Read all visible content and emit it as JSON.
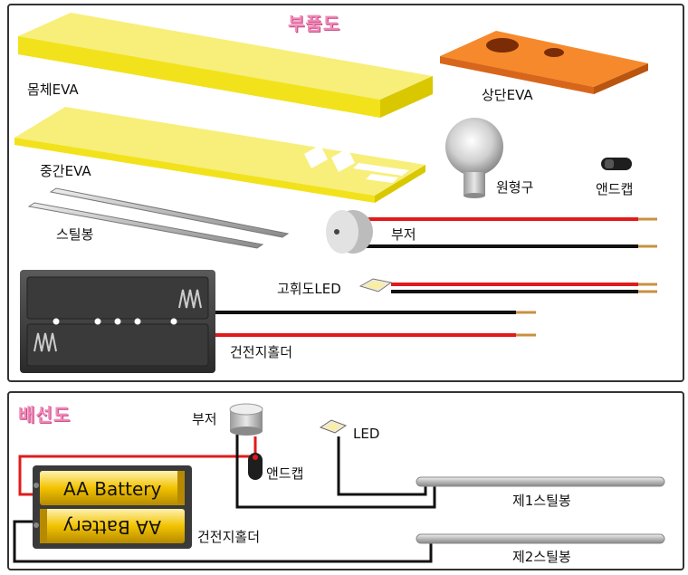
{
  "top": {
    "title": "부품도",
    "labels": {
      "body_eva": "몸체EVA",
      "top_eva": "상단EVA",
      "middle_eva": "중간EVA",
      "bulb": "원형구",
      "end_cap": "앤드캡",
      "steel_rod": "스틸봉",
      "buzzer": "부저",
      "led": "고휘도LED",
      "battery_holder": "건전지홀더"
    }
  },
  "bottom": {
    "title": "배선도",
    "labels": {
      "buzzer": "부저",
      "led": "LED",
      "end_cap": "앤드캡",
      "battery1": "AA Battery",
      "battery2": "AA Battery",
      "battery_holder": "건전지홀더",
      "rod1": "제1스틸봉",
      "rod2": "제2스틸봉"
    }
  },
  "colors": {
    "eva_yellow": "#f5e83a",
    "eva_orange": "#f07a1e",
    "wire_red": "#e01b1b",
    "wire_black": "#111111",
    "title_pink": "#f08ab8"
  }
}
